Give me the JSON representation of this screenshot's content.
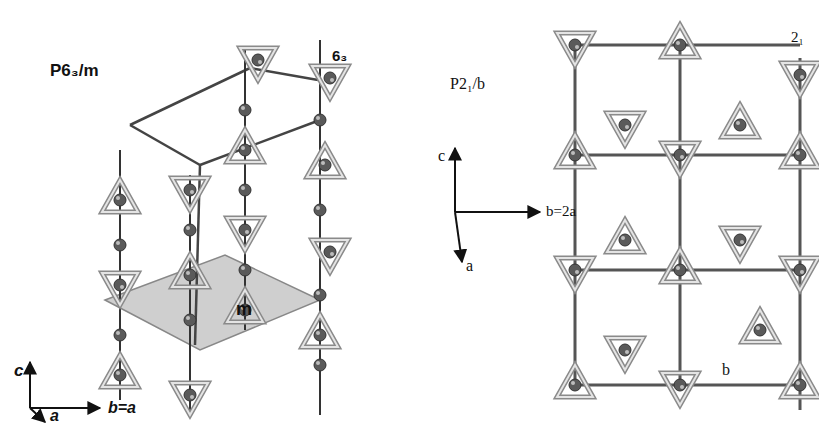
{
  "diagram": {
    "labels": [
      "P6₃/m",
      "6₃",
      "m",
      "c",
      "b=a",
      "a",
      "P2₁/b",
      "c",
      "b=2a",
      "a",
      "b",
      "2₁"
    ]
  }
}
